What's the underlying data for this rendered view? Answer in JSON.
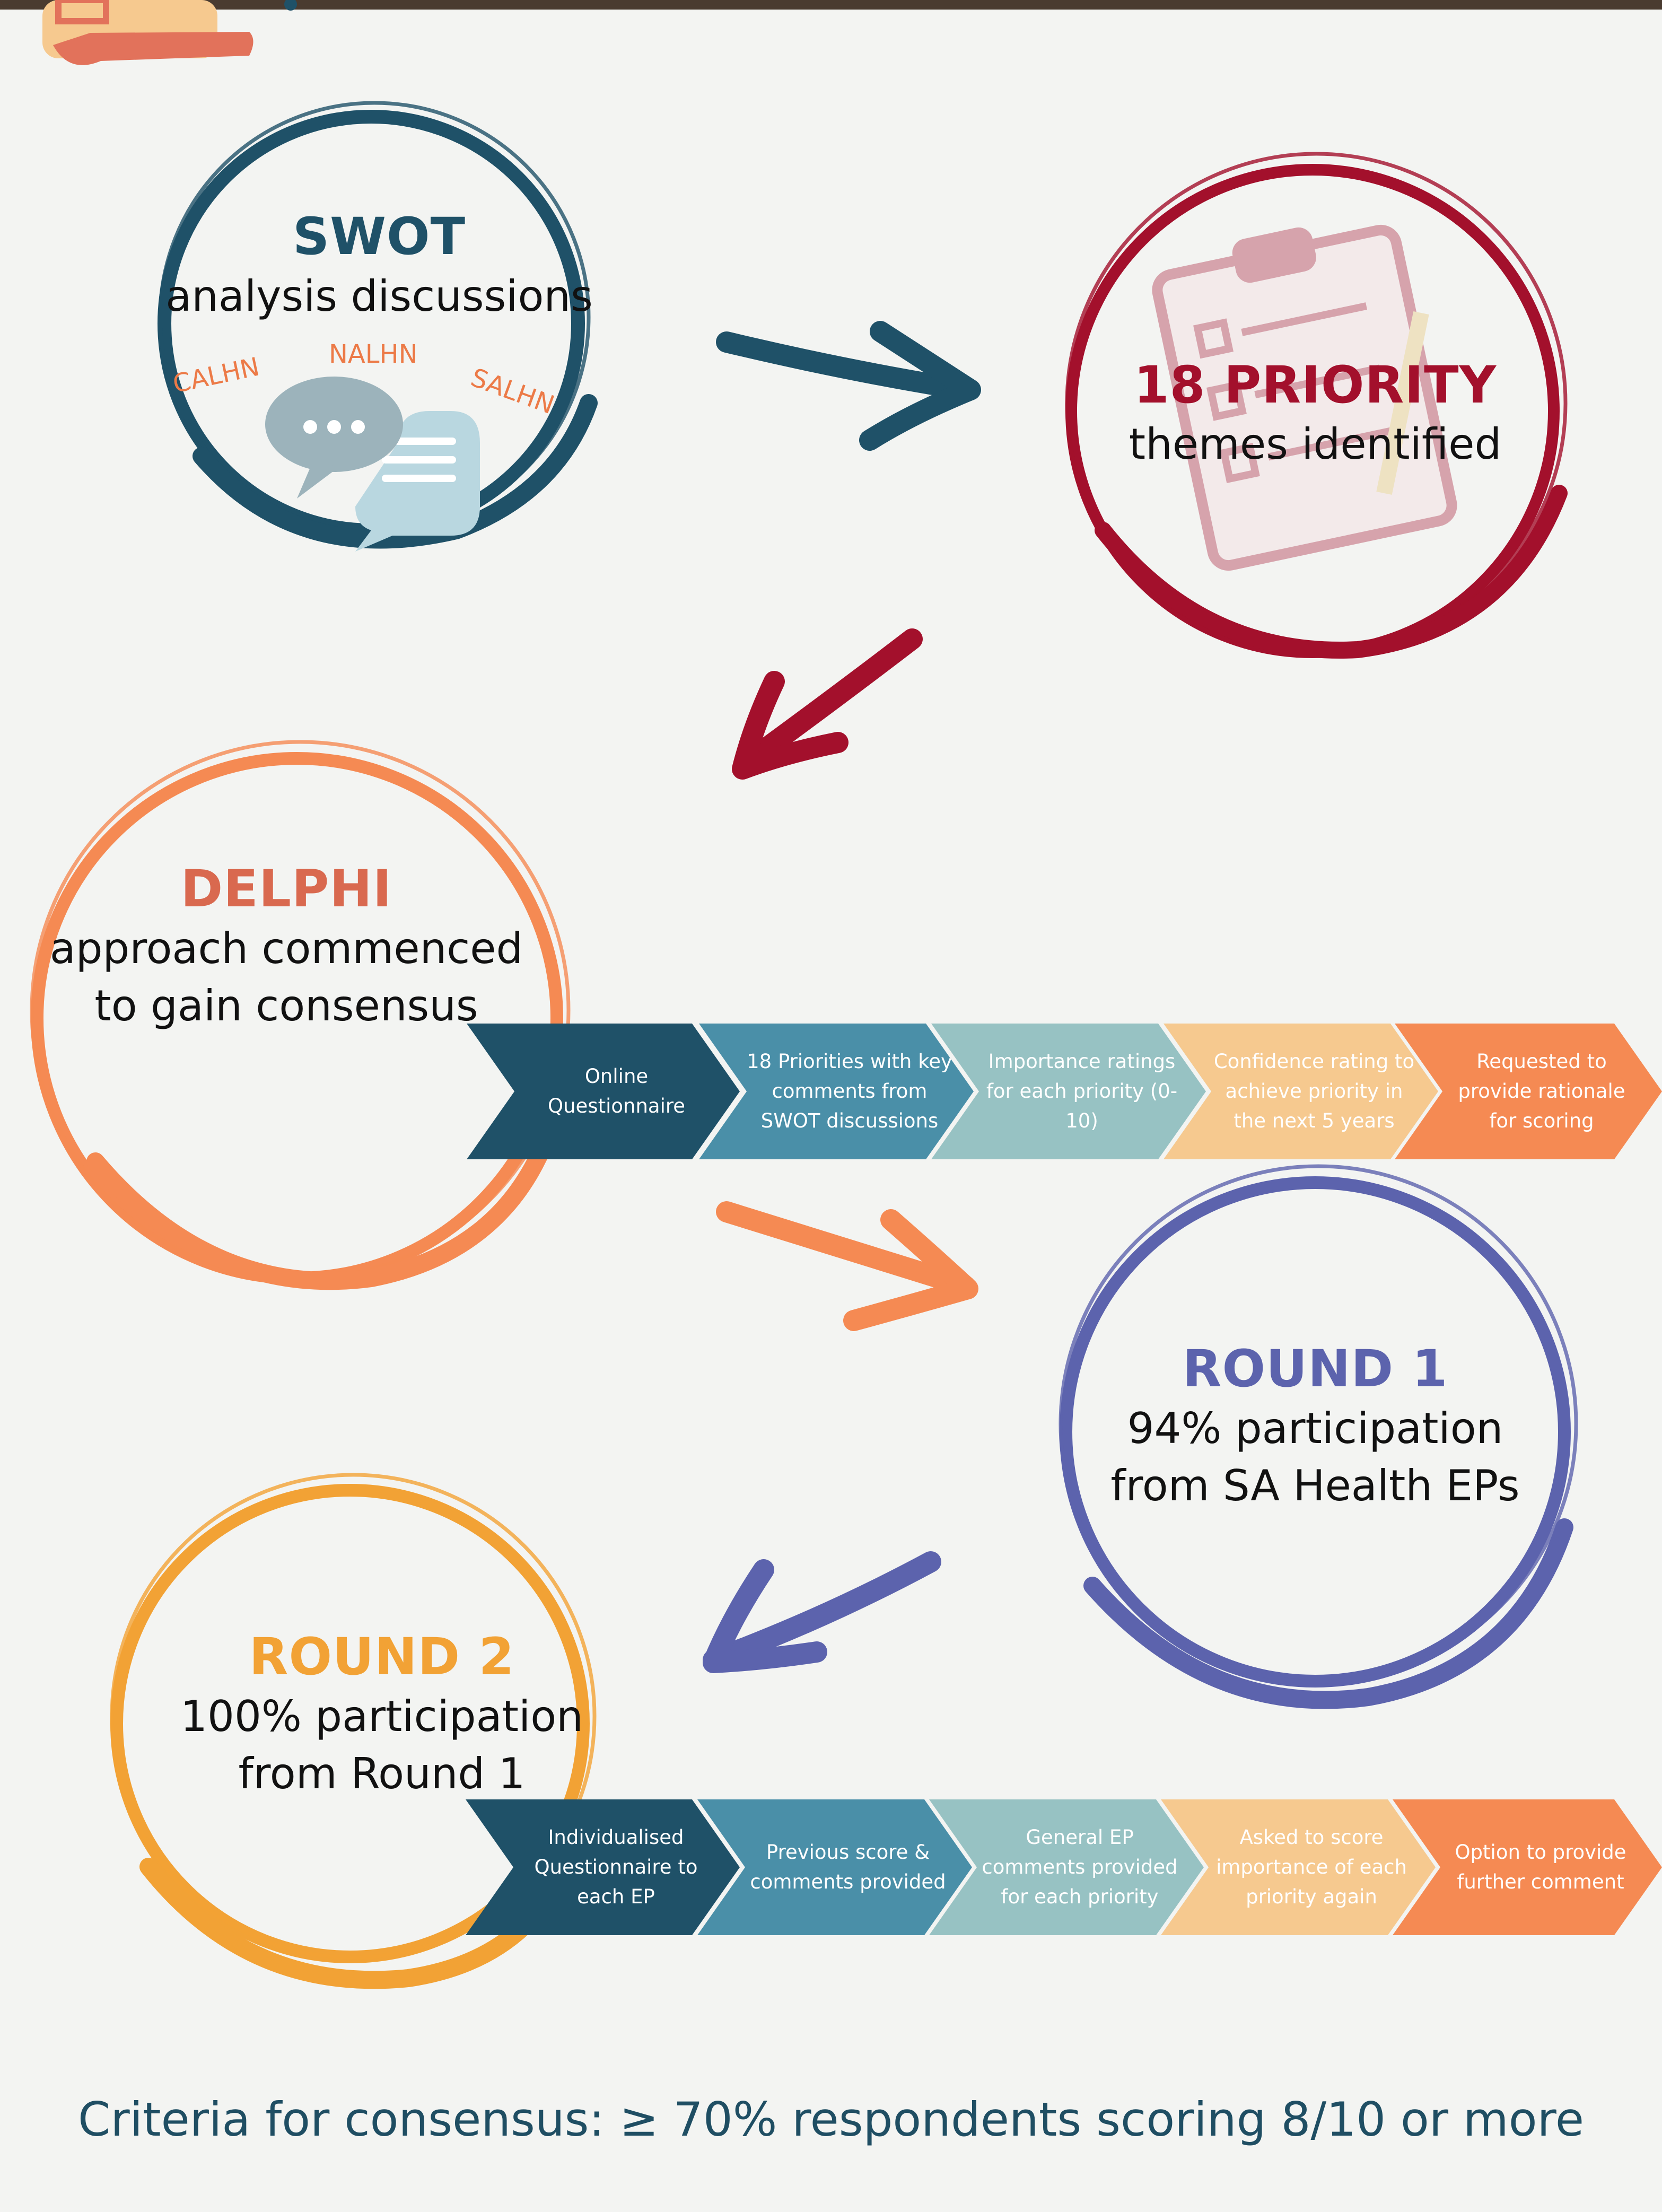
{
  "colors": {
    "teal_dark": "#1f5168",
    "crimson": "#a3102c",
    "orange": "#f58a53",
    "purple": "#5c63ad",
    "amber": "#f2a235",
    "footer_text": "#1f4e63"
  },
  "swot": {
    "title": "SWOT",
    "subtitle": "analysis discussions",
    "networks": [
      "CALHN",
      "NALHN",
      "SALHN"
    ],
    "icon": "speech-bubbles-icon"
  },
  "priority": {
    "title": "18 PRIORITY",
    "subtitle": "themes identified",
    "icon": "clipboard-checklist-icon"
  },
  "delphi": {
    "title": "DELPHI",
    "subtitle_lines": [
      "approach commenced",
      "to gain consensus"
    ],
    "steps": [
      {
        "label": "Online Questionnaire",
        "color": "#1f5168"
      },
      {
        "label": "18 Priorities with key comments from SWOT discussions",
        "color": "#4a8fa8"
      },
      {
        "label": "Importance ratings for each priority (0-10)",
        "color": "#97c2c3"
      },
      {
        "label": "Confidence rating to achieve priority in the next 5 years",
        "color": "#f6c98f"
      },
      {
        "label": "Requested to provide rationale for scoring",
        "color": "#f58a53"
      }
    ]
  },
  "round1": {
    "title": "ROUND 1",
    "subtitle_lines": [
      "94% participation",
      "from SA Health EPs"
    ]
  },
  "round2": {
    "title": "ROUND 2",
    "subtitle_lines": [
      "100% participation",
      "from Round 1"
    ],
    "steps": [
      {
        "label": "Individualised Questionnaire to each EP",
        "color": "#1f5168"
      },
      {
        "label": "Previous score & comments provided",
        "color": "#4a8fa8"
      },
      {
        "label": "General EP comments provided for each priority",
        "color": "#97c2c3"
      },
      {
        "label": "Asked to score importance of each priority again",
        "color": "#f6c98f"
      },
      {
        "label": "Option to provide further comment",
        "color": "#f58a53"
      }
    ]
  },
  "footer": "Criteria for consensus: ≥ 70% respondents scoring 8/10 or more"
}
